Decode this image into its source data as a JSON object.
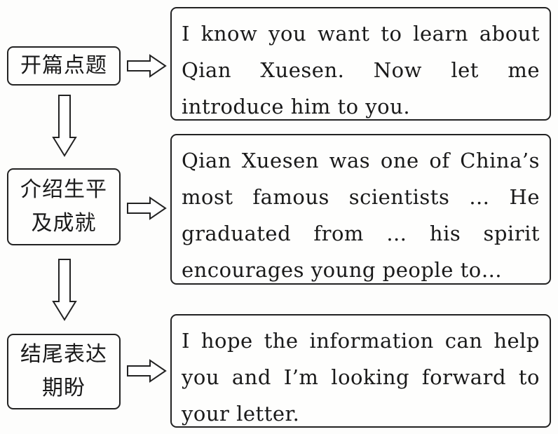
{
  "steps": [
    {
      "label": "开篇点题",
      "text": "I know you want to learn about Qian Xuesen. Now let me introduce him to you."
    },
    {
      "label": "介绍生平\n及成就",
      "text": "Qian Xuesen was one of China’s most famous scientists … He graduated from … his spirit encourages young people to…"
    },
    {
      "label": "结尾表达\n期盼",
      "text": "I hope the information can help you and I’m looking forward to your letter."
    }
  ]
}
